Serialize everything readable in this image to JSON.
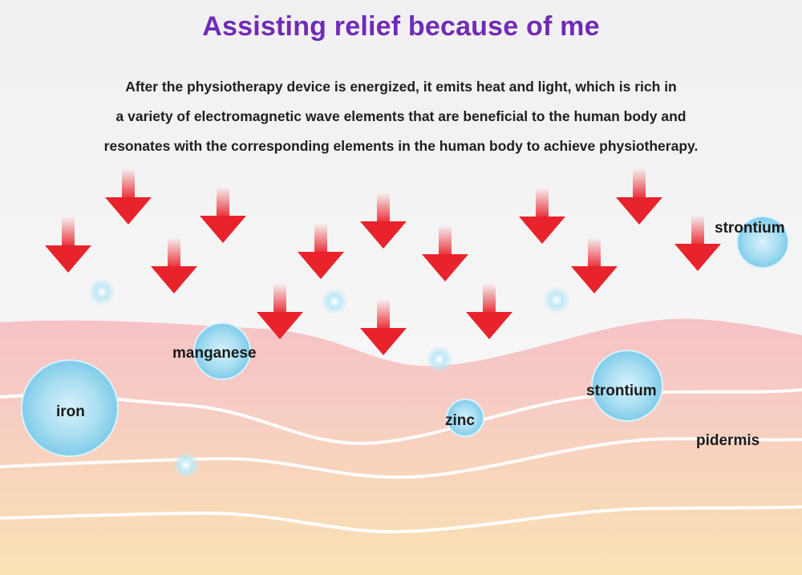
{
  "title": "Assisting relief because of me",
  "description": [
    "After the physiotherapy device is energized, it emits heat and light, which is rich in",
    "a variety of electromagnetic wave elements that are beneficial to the human body and",
    "resonates with the corresponding elements in the human body to achieve physiotherapy."
  ],
  "labels": {
    "strontium_top": "strontium",
    "manganese": "manganese",
    "iron": "iron",
    "strontium_mid": "strontium",
    "zinc": "zinc",
    "skin_layer": "pidermis"
  },
  "colors": {
    "title": "#6f2bb7",
    "arrow": "#e8232b",
    "skin_top": "#f6c9cb",
    "skin_bottom": "#f8dcb0",
    "element_sphere": "#9fd9ef"
  },
  "icons": {
    "arrow": "red-arrow-down-icon",
    "element": "element-sphere-icon"
  }
}
